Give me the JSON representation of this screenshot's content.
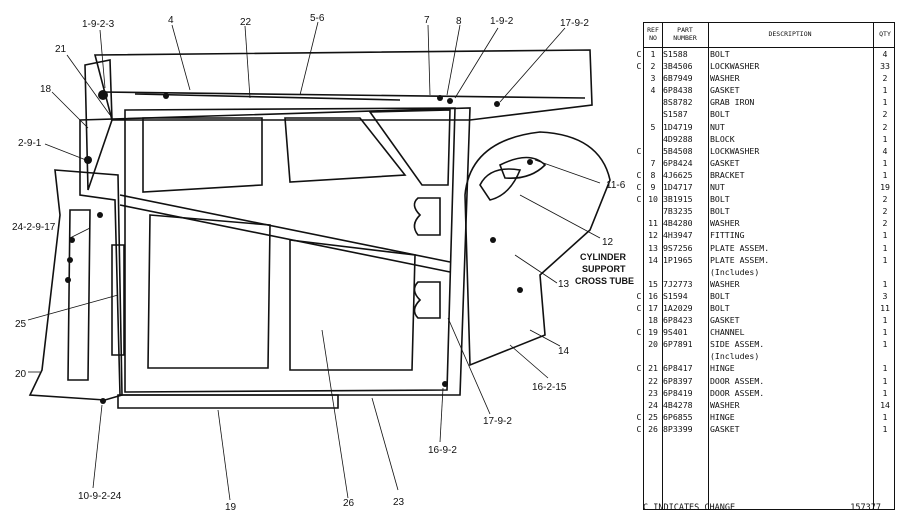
{
  "drawing": {
    "callouts": [
      {
        "id": "c1",
        "text": "1-9-2-3"
      },
      {
        "id": "c2",
        "text": "4"
      },
      {
        "id": "c3",
        "text": "22"
      },
      {
        "id": "c4",
        "text": "5-6"
      },
      {
        "id": "c5",
        "text": "7"
      },
      {
        "id": "c6",
        "text": "8"
      },
      {
        "id": "c7",
        "text": "1-9-2"
      },
      {
        "id": "c8",
        "text": "17-9-2"
      },
      {
        "id": "c9",
        "text": "21"
      },
      {
        "id": "c10",
        "text": "18"
      },
      {
        "id": "c11",
        "text": "2-9-1"
      },
      {
        "id": "c12",
        "text": "24-2-9-17"
      },
      {
        "id": "c13",
        "text": "25"
      },
      {
        "id": "c14",
        "text": "20"
      },
      {
        "id": "c15",
        "text": "10-9-2-24"
      },
      {
        "id": "c16",
        "text": "19"
      },
      {
        "id": "c17",
        "text": "26"
      },
      {
        "id": "c18",
        "text": "23"
      },
      {
        "id": "c19",
        "text": "16-9-2"
      },
      {
        "id": "c20",
        "text": "17-9-2"
      },
      {
        "id": "c21",
        "text": "11-6"
      },
      {
        "id": "c22",
        "text": "12"
      },
      {
        "id": "c23",
        "text": "13"
      },
      {
        "id": "c24",
        "text": "14"
      },
      {
        "id": "c25",
        "text": "16-2-15"
      }
    ],
    "note_lines": [
      "CYLINDER",
      "SUPPORT",
      "CROSS TUBE"
    ]
  },
  "table": {
    "headers": {
      "ref": "REF NO",
      "part": "PART NUMBER",
      "desc": "DESCRIPTION",
      "qty": "QTY"
    },
    "rows": [
      {
        "chg": "C",
        "ref": "1",
        "pn": "S1588",
        "desc": "BOLT",
        "qty": "4"
      },
      {
        "chg": "C",
        "ref": "2",
        "pn": "3B4506",
        "desc": "LOCKWASHER",
        "qty": "33"
      },
      {
        "chg": "",
        "ref": "3",
        "pn": "6B7949",
        "desc": "WASHER",
        "qty": "2"
      },
      {
        "chg": "",
        "ref": "4",
        "pn": "6P8438",
        "desc": "GASKET",
        "qty": "1"
      },
      {
        "chg": "",
        "ref": "",
        "pn": "8S8782",
        "desc": "GRAB IRON",
        "qty": "1"
      },
      {
        "chg": "",
        "ref": "",
        "pn": "S1587",
        "desc": "BOLT",
        "qty": "2"
      },
      {
        "chg": "",
        "ref": "5",
        "pn": "1D4719",
        "desc": "NUT",
        "qty": "2"
      },
      {
        "chg": "",
        "ref": "",
        "pn": "4D9288",
        "desc": "BLOCK",
        "qty": "1"
      },
      {
        "chg": "C",
        "ref": "",
        "pn": "5B4508",
        "desc": "LOCKWASHER",
        "qty": "4"
      },
      {
        "chg": "",
        "ref": "7",
        "pn": "6P8424",
        "desc": "GASKET",
        "qty": "1"
      },
      {
        "chg": "C",
        "ref": "8",
        "pn": "4J6625",
        "desc": "BRACKET",
        "qty": "1"
      },
      {
        "chg": "C",
        "ref": "9",
        "pn": "1D4717",
        "desc": "NUT",
        "qty": "19"
      },
      {
        "chg": "C",
        "ref": "10",
        "pn": "3B1915",
        "desc": "BOLT",
        "qty": "2"
      },
      {
        "chg": "",
        "ref": "",
        "pn": "7B3235",
        "desc": "BOLT",
        "qty": "2"
      },
      {
        "chg": "",
        "ref": "11",
        "pn": "4B4280",
        "desc": "WASHER",
        "qty": "2"
      },
      {
        "chg": "",
        "ref": "12",
        "pn": "4H3947",
        "desc": "FITTING",
        "qty": "1"
      },
      {
        "chg": "",
        "ref": "13",
        "pn": "9S7256",
        "desc": "PLATE ASSEM.",
        "qty": "1"
      },
      {
        "chg": "",
        "ref": "14",
        "pn": "1P1965",
        "desc": "PLATE ASSEM.",
        "qty": "1"
      },
      {
        "chg": "",
        "ref": "",
        "pn": "",
        "desc": "(Includes)",
        "qty": ""
      },
      {
        "chg": "",
        "ref": "15",
        "pn": "7J2773",
        "desc": "WASHER",
        "qty": "1"
      },
      {
        "chg": "C",
        "ref": "16",
        "pn": "S1594",
        "desc": "BOLT",
        "qty": "3"
      },
      {
        "chg": "C",
        "ref": "17",
        "pn": "1A2029",
        "desc": "BOLT",
        "qty": "11"
      },
      {
        "chg": "",
        "ref": "18",
        "pn": "6P8423",
        "desc": "GASKET",
        "qty": "1"
      },
      {
        "chg": "C",
        "ref": "19",
        "pn": "9S401",
        "desc": "CHANNEL",
        "qty": "1"
      },
      {
        "chg": "",
        "ref": "20",
        "pn": "6P7891",
        "desc": "SIDE ASSEM.",
        "qty": "1"
      },
      {
        "chg": "",
        "ref": "",
        "pn": "",
        "desc": "(Includes)",
        "qty": ""
      },
      {
        "chg": "C",
        "ref": "21",
        "pn": "6P8417",
        "desc": "HINGE",
        "qty": "1"
      },
      {
        "chg": "",
        "ref": "22",
        "pn": "6P8397",
        "desc": "DOOR ASSEM.",
        "qty": "1"
      },
      {
        "chg": "",
        "ref": "23",
        "pn": "6P8419",
        "desc": "DOOR ASSEM.",
        "qty": "1"
      },
      {
        "chg": "",
        "ref": "24",
        "pn": "4B4278",
        "desc": "WASHER",
        "qty": "14"
      },
      {
        "chg": "C",
        "ref": "25",
        "pn": "6P6855",
        "desc": "HINGE",
        "qty": "1"
      },
      {
        "chg": "C",
        "ref": "26",
        "pn": "8P3399",
        "desc": "GASKET",
        "qty": "1"
      }
    ]
  },
  "footer": {
    "note": "C INDICATES CHANGE",
    "page": "157377"
  }
}
